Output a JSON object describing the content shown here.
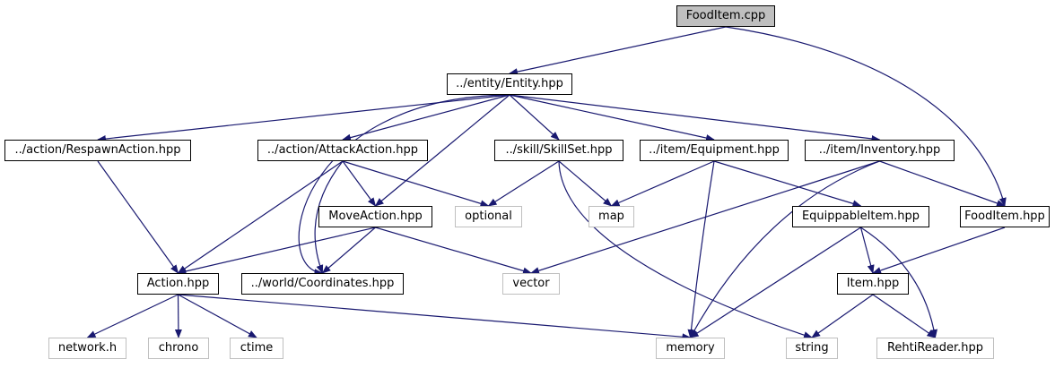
{
  "diagram": {
    "title": "FoodItem.cpp include dependency graph",
    "colors": {
      "edge": "#191970",
      "root_fill": "#bfbfbf",
      "local_border": "#000000",
      "system_border": "#bfbfbf"
    },
    "nodes": [
      {
        "id": "fooditem_cpp",
        "label": "FoodItem.cpp",
        "kind": "root"
      },
      {
        "id": "entity_hpp",
        "label": "../entity/Entity.hpp",
        "kind": "local"
      },
      {
        "id": "respawnaction_hpp",
        "label": "../action/RespawnAction.hpp",
        "kind": "local"
      },
      {
        "id": "attackaction_hpp",
        "label": "../action/AttackAction.hpp",
        "kind": "local"
      },
      {
        "id": "skillset_hpp",
        "label": "../skill/SkillSet.hpp",
        "kind": "local"
      },
      {
        "id": "equipment_hpp",
        "label": "../item/Equipment.hpp",
        "kind": "local"
      },
      {
        "id": "inventory_hpp",
        "label": "../item/Inventory.hpp",
        "kind": "local"
      },
      {
        "id": "moveaction_hpp",
        "label": "MoveAction.hpp",
        "kind": "local"
      },
      {
        "id": "optional",
        "label": "optional",
        "kind": "system"
      },
      {
        "id": "map",
        "label": "map",
        "kind": "system"
      },
      {
        "id": "equippableitem_hpp",
        "label": "EquippableItem.hpp",
        "kind": "local"
      },
      {
        "id": "fooditem_hpp",
        "label": "FoodItem.hpp",
        "kind": "local"
      },
      {
        "id": "action_hpp",
        "label": "Action.hpp",
        "kind": "local"
      },
      {
        "id": "coordinates_hpp",
        "label": "../world/Coordinates.hpp",
        "kind": "local"
      },
      {
        "id": "vector",
        "label": "vector",
        "kind": "system"
      },
      {
        "id": "item_hpp",
        "label": "Item.hpp",
        "kind": "local"
      },
      {
        "id": "network_h",
        "label": "network.h",
        "kind": "system"
      },
      {
        "id": "chrono",
        "label": "chrono",
        "kind": "system"
      },
      {
        "id": "ctime",
        "label": "ctime",
        "kind": "system"
      },
      {
        "id": "memory",
        "label": "memory",
        "kind": "system"
      },
      {
        "id": "string",
        "label": "string",
        "kind": "system"
      },
      {
        "id": "rehtireader_hpp",
        "label": "RehtiReader.hpp",
        "kind": "system"
      }
    ],
    "edges": [
      {
        "from": "fooditem_cpp",
        "to": "entity_hpp"
      },
      {
        "from": "fooditem_cpp",
        "to": "fooditem_hpp"
      },
      {
        "from": "entity_hpp",
        "to": "respawnaction_hpp"
      },
      {
        "from": "entity_hpp",
        "to": "attackaction_hpp"
      },
      {
        "from": "entity_hpp",
        "to": "skillset_hpp"
      },
      {
        "from": "entity_hpp",
        "to": "equipment_hpp"
      },
      {
        "from": "entity_hpp",
        "to": "inventory_hpp"
      },
      {
        "from": "entity_hpp",
        "to": "moveaction_hpp"
      },
      {
        "from": "entity_hpp",
        "to": "coordinates_hpp"
      },
      {
        "from": "respawnaction_hpp",
        "to": "action_hpp"
      },
      {
        "from": "attackaction_hpp",
        "to": "action_hpp"
      },
      {
        "from": "attackaction_hpp",
        "to": "moveaction_hpp"
      },
      {
        "from": "attackaction_hpp",
        "to": "optional"
      },
      {
        "from": "attackaction_hpp",
        "to": "coordinates_hpp"
      },
      {
        "from": "skillset_hpp",
        "to": "optional"
      },
      {
        "from": "skillset_hpp",
        "to": "map"
      },
      {
        "from": "skillset_hpp",
        "to": "string"
      },
      {
        "from": "equipment_hpp",
        "to": "map"
      },
      {
        "from": "equipment_hpp",
        "to": "memory"
      },
      {
        "from": "equipment_hpp",
        "to": "equippableitem_hpp"
      },
      {
        "from": "inventory_hpp",
        "to": "vector"
      },
      {
        "from": "inventory_hpp",
        "to": "memory"
      },
      {
        "from": "inventory_hpp",
        "to": "fooditem_hpp"
      },
      {
        "from": "moveaction_hpp",
        "to": "action_hpp"
      },
      {
        "from": "moveaction_hpp",
        "to": "coordinates_hpp"
      },
      {
        "from": "moveaction_hpp",
        "to": "vector"
      },
      {
        "from": "equippableitem_hpp",
        "to": "item_hpp"
      },
      {
        "from": "equippableitem_hpp",
        "to": "memory"
      },
      {
        "from": "equippableitem_hpp",
        "to": "rehtireader_hpp"
      },
      {
        "from": "fooditem_hpp",
        "to": "item_hpp"
      },
      {
        "from": "action_hpp",
        "to": "network_h"
      },
      {
        "from": "action_hpp",
        "to": "chrono"
      },
      {
        "from": "action_hpp",
        "to": "ctime"
      },
      {
        "from": "action_hpp",
        "to": "memory"
      },
      {
        "from": "item_hpp",
        "to": "string"
      },
      {
        "from": "item_hpp",
        "to": "rehtireader_hpp"
      }
    ]
  }
}
